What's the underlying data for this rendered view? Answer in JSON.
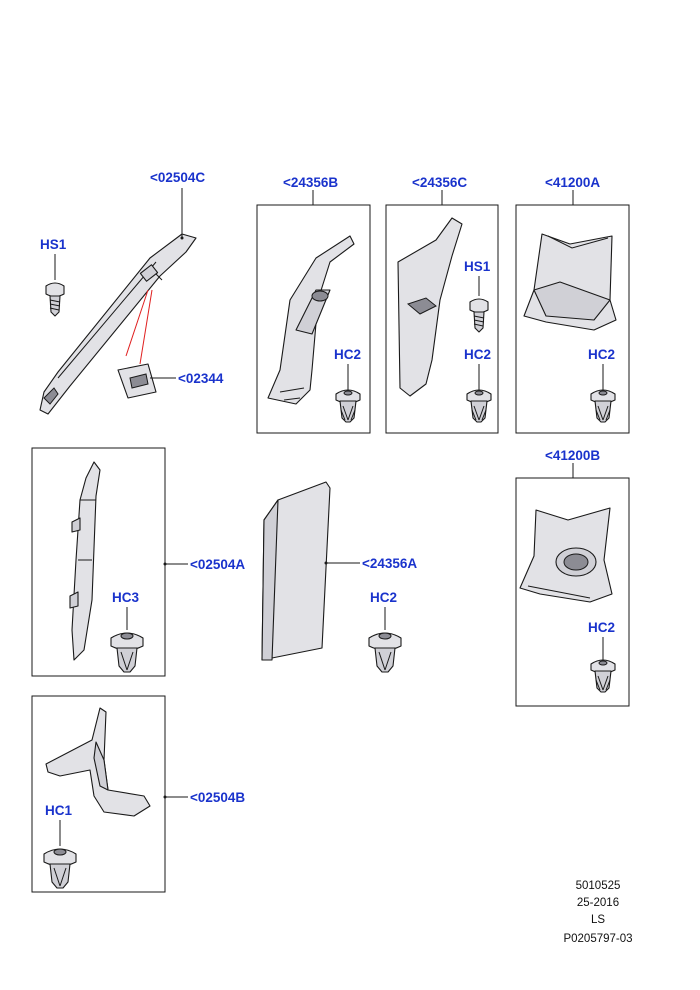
{
  "callouts": {
    "c02504C": "<02504C",
    "c24356B": "<24356B",
    "c24356C": "<24356C",
    "c41200A": "<41200A",
    "c02344": "<02344",
    "c41200B": "<41200B",
    "c02504A": "<02504A",
    "c24356A": "<24356A",
    "c02504B": "<02504B"
  },
  "fasteners": {
    "hs1_left": "HS1",
    "hs1_box": "HS1",
    "hc2_b": "HC2",
    "hc2_c": "HC2",
    "hc2_a": "HC2",
    "hc2_41200b": "HC2",
    "hc2_mid": "HC2",
    "hc3": "HC3",
    "hc1": "HC1"
  },
  "footer": {
    "line1": "5010525",
    "line2": "25-2016",
    "line3": "LS",
    "line4": "P0205797-03"
  },
  "colors": {
    "label": "#1a33cc",
    "leader_red": "#e02020",
    "part_fill": "#e2e2e6"
  }
}
